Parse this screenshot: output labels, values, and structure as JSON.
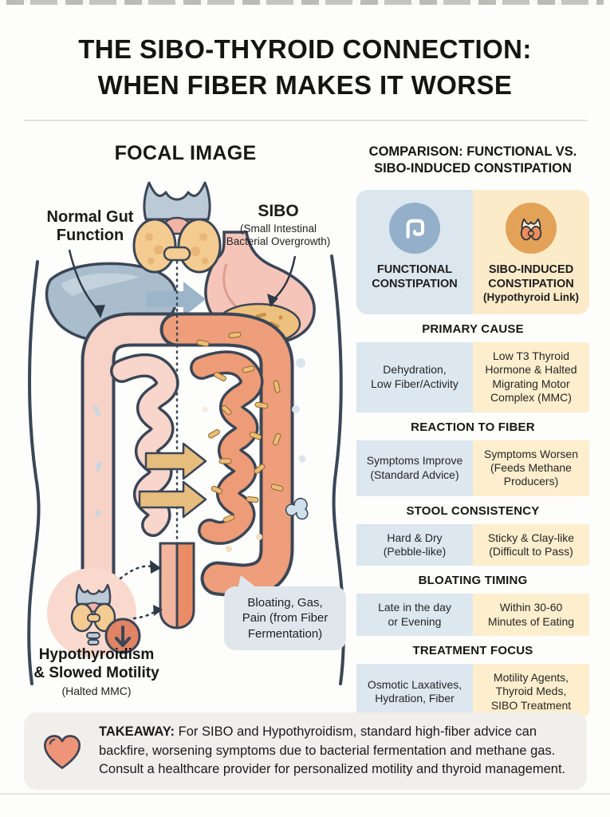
{
  "page": {
    "title_line1": "THE SIBO-THYROID CONNECTION:",
    "title_line2": "WHEN FIBER MAKES IT WORSE"
  },
  "focal": {
    "heading": "FOCAL IMAGE",
    "normal_gut_label": "Normal Gut\nFunction",
    "sibo_label": "SIBO",
    "sibo_sublabel": "(Small Intestinal\nBacterial Overgrowth)",
    "hypo_label": "Hypothyroidism\n& Slowed Motility",
    "hypo_sublabel": "(Halted MMC)",
    "bubble_text": "Bloating, Gas,\nPain (from Fiber\nFermentation)",
    "icons": [
      "thyroid-icon",
      "liver-icon",
      "stomach-icon",
      "intestines-icon",
      "hypothyroid-slowdown-icon"
    ]
  },
  "comparison": {
    "heading": "COMPARISON: FUNCTIONAL VS.\nSIBO-INDUCED CONSTIPATION",
    "columns": [
      {
        "title": "FUNCTIONAL\nCONSTIPATION",
        "subtitle": "",
        "icon": "colon-icon"
      },
      {
        "title": "SIBO-INDUCED\nCONSTIPATION",
        "subtitle": "(Hypothyroid Link)",
        "icon": "thyroid-icon"
      }
    ],
    "rows": [
      {
        "header": "PRIMARY CAUSE",
        "left": "Dehydration,\nLow Fiber/Activity",
        "right": "Low T3 Thyroid\nHormone & Halted\nMigrating Motor\nComplex (MMC)"
      },
      {
        "header": "REACTION TO FIBER",
        "left": "Symptoms Improve\n(Standard Advice)",
        "right": "Symptoms Worsen\n(Feeds Methane\nProducers)"
      },
      {
        "header": "STOOL CONSISTENCY",
        "left": "Hard & Dry\n(Pebble-like)",
        "right": "Sticky & Clay-like\n(Difficult to Pass)"
      },
      {
        "header": "BLOATING TIMING",
        "left": "Late in the day\nor Evening",
        "right": "Within 30-60\nMinutes of Eating"
      },
      {
        "header": "TREATMENT FOCUS",
        "left": "Osmotic Laxatives,\nHydration, Fiber",
        "right": "Motility Agents,\nThyroid Meds,\nSIBO Treatment"
      }
    ]
  },
  "takeaway": {
    "label": "TAKEAWAY:",
    "text": "For SIBO and Hypothyroidism, standard high-fiber advice can backfire, worsening symptoms due to bacterial fermentation and methane gas. Consult a healthcare provider for personalized motility and thyroid management.",
    "icon": "heart-icon"
  },
  "colors": {
    "functional_bg": "#dce7ef",
    "functional_circle": "#93afc9",
    "sibo_bg": "#fdeecd",
    "sibo_circle": "#e2a258",
    "outline_navy": "#3b4656",
    "gut_normal_pink": "#f6d2c7",
    "gut_sibo_orange": "#ee9e7a",
    "bacteria_tan": "#ecbd76",
    "bubble_bg": "#dfe7ed",
    "takeaway_bg": "#f0efec",
    "heart": "#ee9478"
  }
}
